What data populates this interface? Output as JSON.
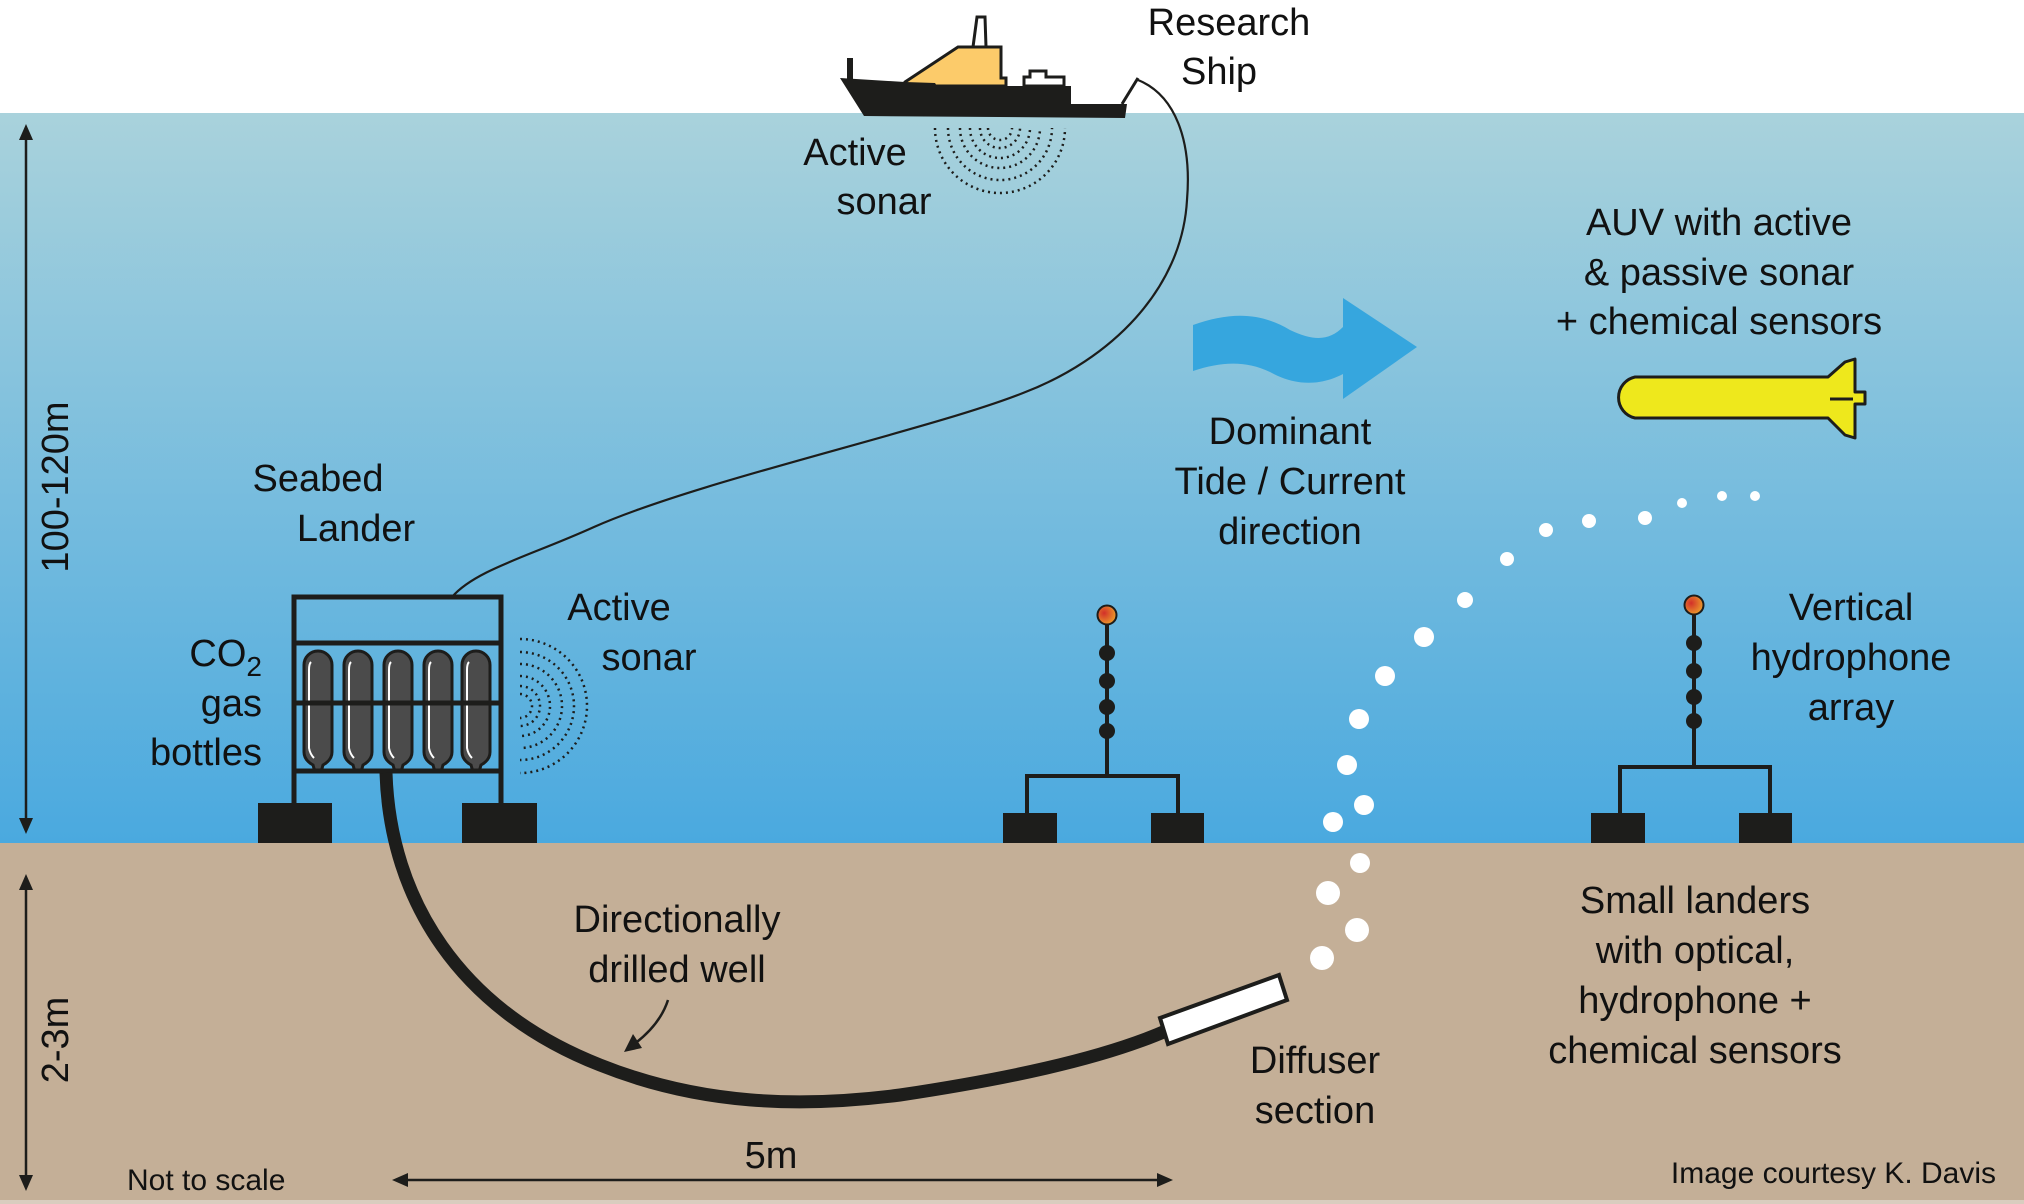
{
  "colors": {
    "sky": "#ffffff",
    "water_top": "#a9d2dc",
    "water_bottom": "#4aa9df",
    "seabed": "#c4af97",
    "ink": "#1d1d1b",
    "ship_cabin": "#fccb6a",
    "current_arrow": "#36a6de",
    "auv_body": "#eee81c",
    "bottle": "#4b4b4b",
    "bubble": "#ffffff",
    "hydrophone_top": "#e8862a"
  },
  "labels": {
    "ship": [
      "Research",
      "Ship"
    ],
    "ship_sonar": [
      "Active",
      "sonar"
    ],
    "auv": [
      "AUV with active",
      "& passive sonar",
      "+ chemical sensors"
    ],
    "current": [
      "Dominant",
      "Tide / Current",
      "direction"
    ],
    "lander": [
      "Seabed",
      "Lander"
    ],
    "lander_sonar": [
      "Active",
      "sonar"
    ],
    "bottles": {
      "line1_main": "CO",
      "line1_sub": "2",
      "line2": "gas",
      "line3": "bottles"
    },
    "hydrophone": [
      "Vertical",
      "hydrophone",
      "array"
    ],
    "well": [
      "Directionally",
      "drilled well"
    ],
    "diffuser": [
      "Diffuser",
      "section"
    ],
    "small_landers": [
      "Small landers",
      "with optical,",
      "hydrophone +",
      "chemical sensors"
    ],
    "water_depth": "100-120m",
    "seabed_depth": "2-3m",
    "horizontal_scale": "5m",
    "not_to_scale": "Not to scale",
    "credit": "Image courtesy K. Davis"
  },
  "icons": {
    "ship": "research-ship-icon",
    "auv": "auv-icon",
    "current": "wavy-arrow-icon",
    "lander": "seabed-lander-icon",
    "hydrophone": "hydrophone-array-icon",
    "bubbles": "co2-bubble-icon"
  },
  "counts": {
    "gas_bottles": 5,
    "hydrophone_arrays": 2,
    "hydrophones_per_array": 4
  }
}
